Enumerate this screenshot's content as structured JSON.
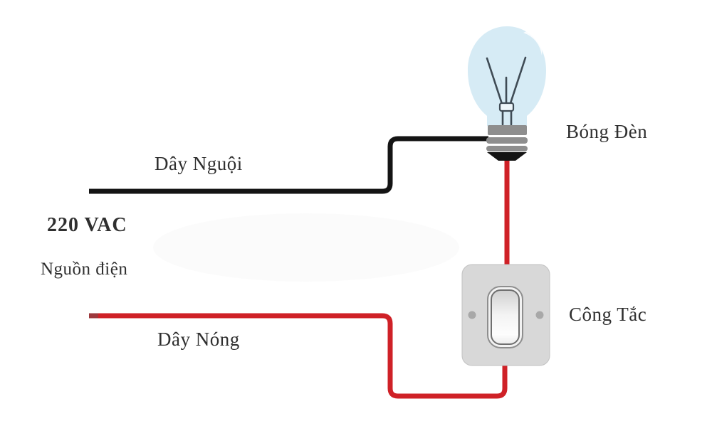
{
  "source": {
    "voltage": "220 VAC",
    "label": "Nguồn điện"
  },
  "wires": {
    "neutral": {
      "label": "Dây Nguội",
      "color": "#141414"
    },
    "hot": {
      "label": "Dây Nóng",
      "color": "#cf2127"
    }
  },
  "components": {
    "bulb": {
      "label": "Bóng Đèn"
    },
    "switch": {
      "label": "Công Tắc"
    }
  },
  "colors": {
    "background": "#ffffff",
    "neutral_wire": "#141414",
    "hot_wire": "#cf2127",
    "bulb_glass": "#d6ebf5",
    "bulb_filament": "#3f4b55",
    "bulb_base": "#8e8e8e",
    "bulb_tip": "#141414",
    "switch_plate": "#d8d8d8",
    "switch_screw": "#a8a8a8",
    "label_text": "#2f2f2f"
  }
}
